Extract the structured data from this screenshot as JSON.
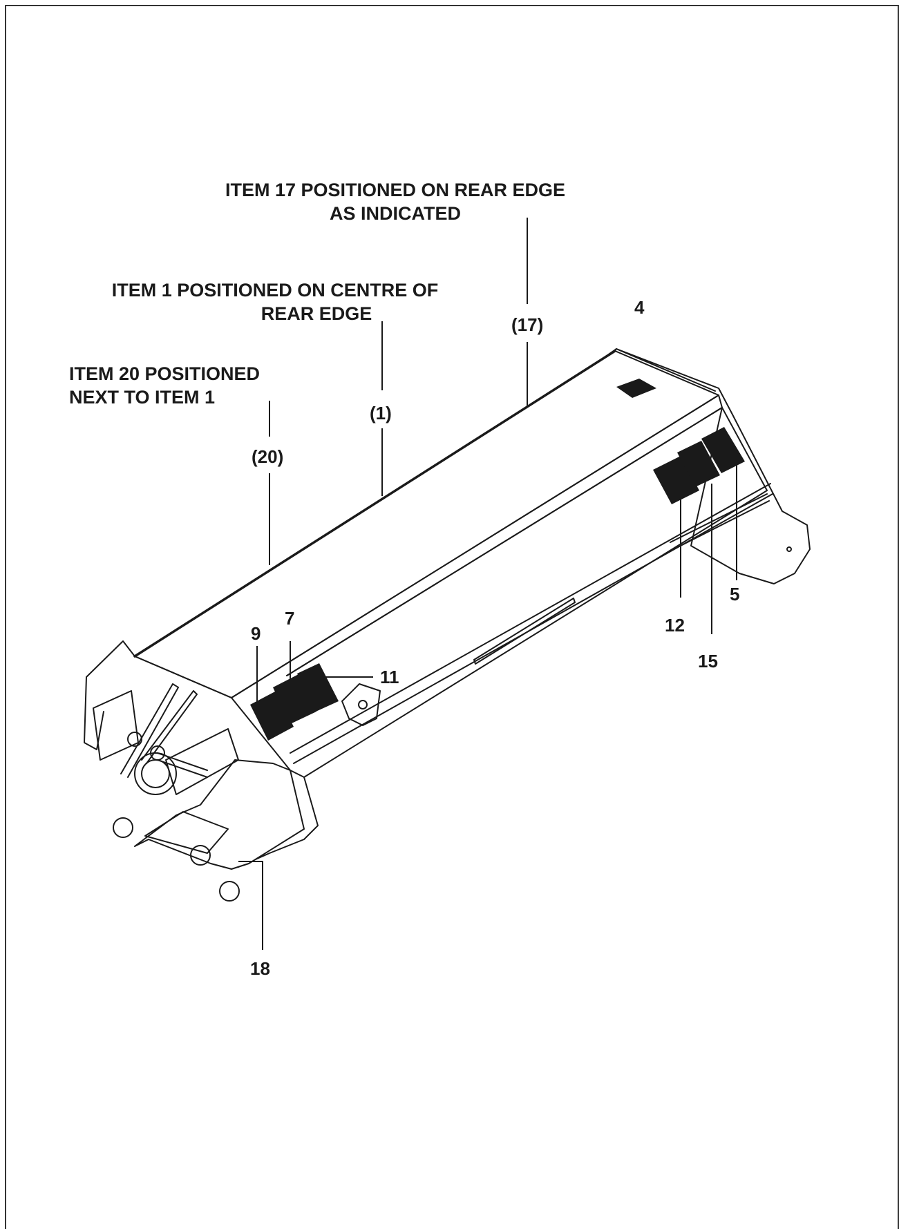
{
  "notes": {
    "item17_line1": "ITEM 17 POSITIONED ON REAR EDGE",
    "item17_line2": "AS INDICATED",
    "item1_line1": "ITEM 1 POSITIONED ON CENTRE OF",
    "item1_line2": "REAR EDGE",
    "item20_line1": "ITEM 20 POSITIONED",
    "item20_line2": "NEXT TO ITEM 1"
  },
  "callouts": {
    "c17": "(17)",
    "c1": "(1)",
    "c20": "(20)",
    "c4": "4",
    "c5": "5",
    "c7": "7",
    "c9": "9",
    "c11": "11",
    "c12": "12",
    "c15": "15",
    "c18": "18"
  },
  "colors": {
    "line": "#1a1a1a",
    "label": "#111111",
    "paper": "#ffffff"
  }
}
